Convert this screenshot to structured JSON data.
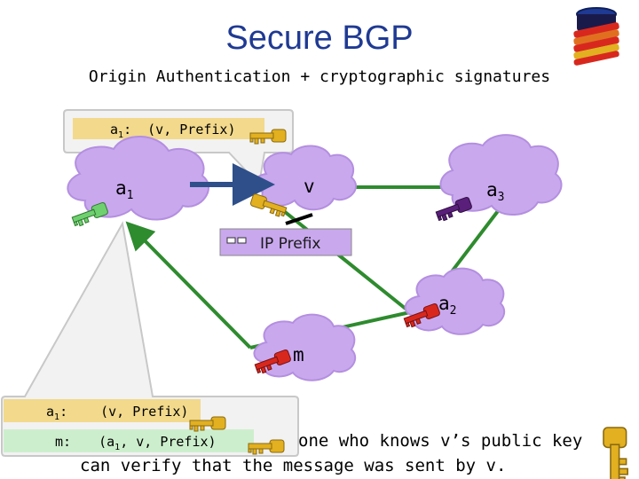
{
  "title": "Secure BGP",
  "subtitle": "Origin Authentication + cryptographic signatures",
  "nodes": {
    "a1": {
      "name": "a",
      "sub": "1"
    },
    "v": {
      "name": "v"
    },
    "a3": {
      "name": "a",
      "sub": "3"
    },
    "a2": {
      "name": "a",
      "sub": "2"
    },
    "m": {
      "name": "m"
    }
  },
  "prefix_box": {
    "label": "IP Prefix",
    "icon": "document-icon"
  },
  "top_message": {
    "who": "a",
    "sub": "1",
    "colon": ":",
    "content": "(v, Prefix)"
  },
  "bottom_message": {
    "row1": {
      "who": "a",
      "sub": "1",
      "colon": ":",
      "content": "(v, Prefix)"
    },
    "row2": {
      "who": "m:",
      "content_pre": "(a",
      "sub": "1",
      "content_post": ", v, Prefix)"
    }
  },
  "bottom_text": {
    "line1_tail": "one who knows v’s public key",
    "line2": "can verify that the message was sent by v."
  },
  "colors": {
    "title": "#1f3a93",
    "cloud": "#c9a8ee",
    "cloud_stroke": "#b48fe0",
    "arrow_blue": "#2e4f8a",
    "link_green": "#2e8b2e",
    "key_gold": "#e2b020",
    "key_green": "#6fd06f",
    "key_red": "#d8281e",
    "key_purple": "#5a1f7a",
    "msg_gold": "#f2d98c",
    "msg_green": "#cdeecd"
  }
}
